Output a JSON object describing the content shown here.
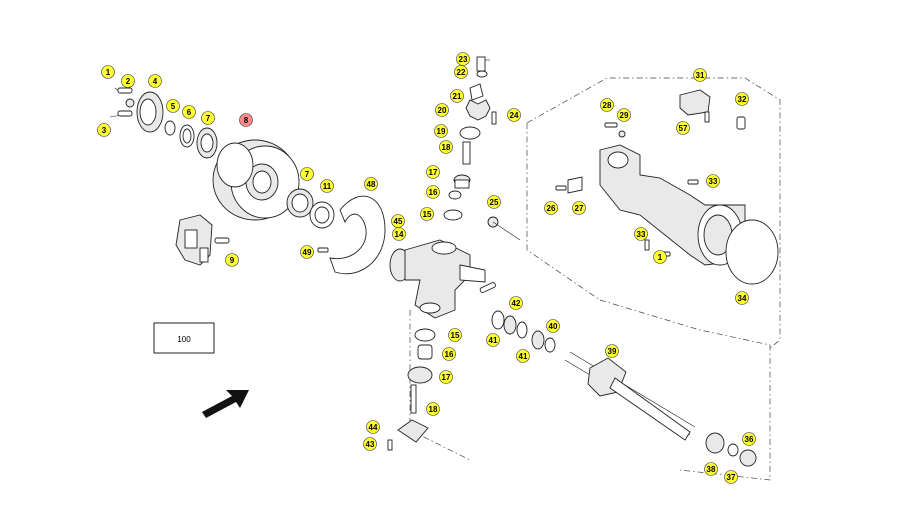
{
  "callouts": {
    "c1a": "1",
    "c2": "2",
    "c3": "3",
    "c4": "4",
    "c5": "5",
    "c6": "6",
    "c7a": "7",
    "c8": "8",
    "c9": "9",
    "c7b": "7",
    "c11": "11",
    "c48": "48",
    "c49": "49",
    "c45": "45",
    "c14": "14",
    "c23": "23",
    "c22": "22",
    "c21": "21",
    "c20": "20",
    "c24": "24",
    "c19": "19",
    "c18a": "18",
    "c17a": "17",
    "c16a": "16",
    "c15a": "15",
    "c25": "25",
    "c31": "31",
    "c57": "57",
    "c32": "32",
    "c28": "28",
    "c29": "29",
    "c33a": "33",
    "c26": "26",
    "c27": "27",
    "c33b": "33",
    "c1b": "1",
    "c34": "34",
    "c42": "42",
    "c41a": "41",
    "c41b": "41",
    "c40": "40",
    "c15b": "15",
    "c16b": "16",
    "c17b": "17",
    "c18b": "18",
    "c44": "44",
    "c43": "43",
    "c39": "39",
    "c36": "36",
    "c38": "38",
    "c37": "37"
  },
  "group_label": "100",
  "highlight_color": "#ff8a8a",
  "badge_color": "#ffff33"
}
